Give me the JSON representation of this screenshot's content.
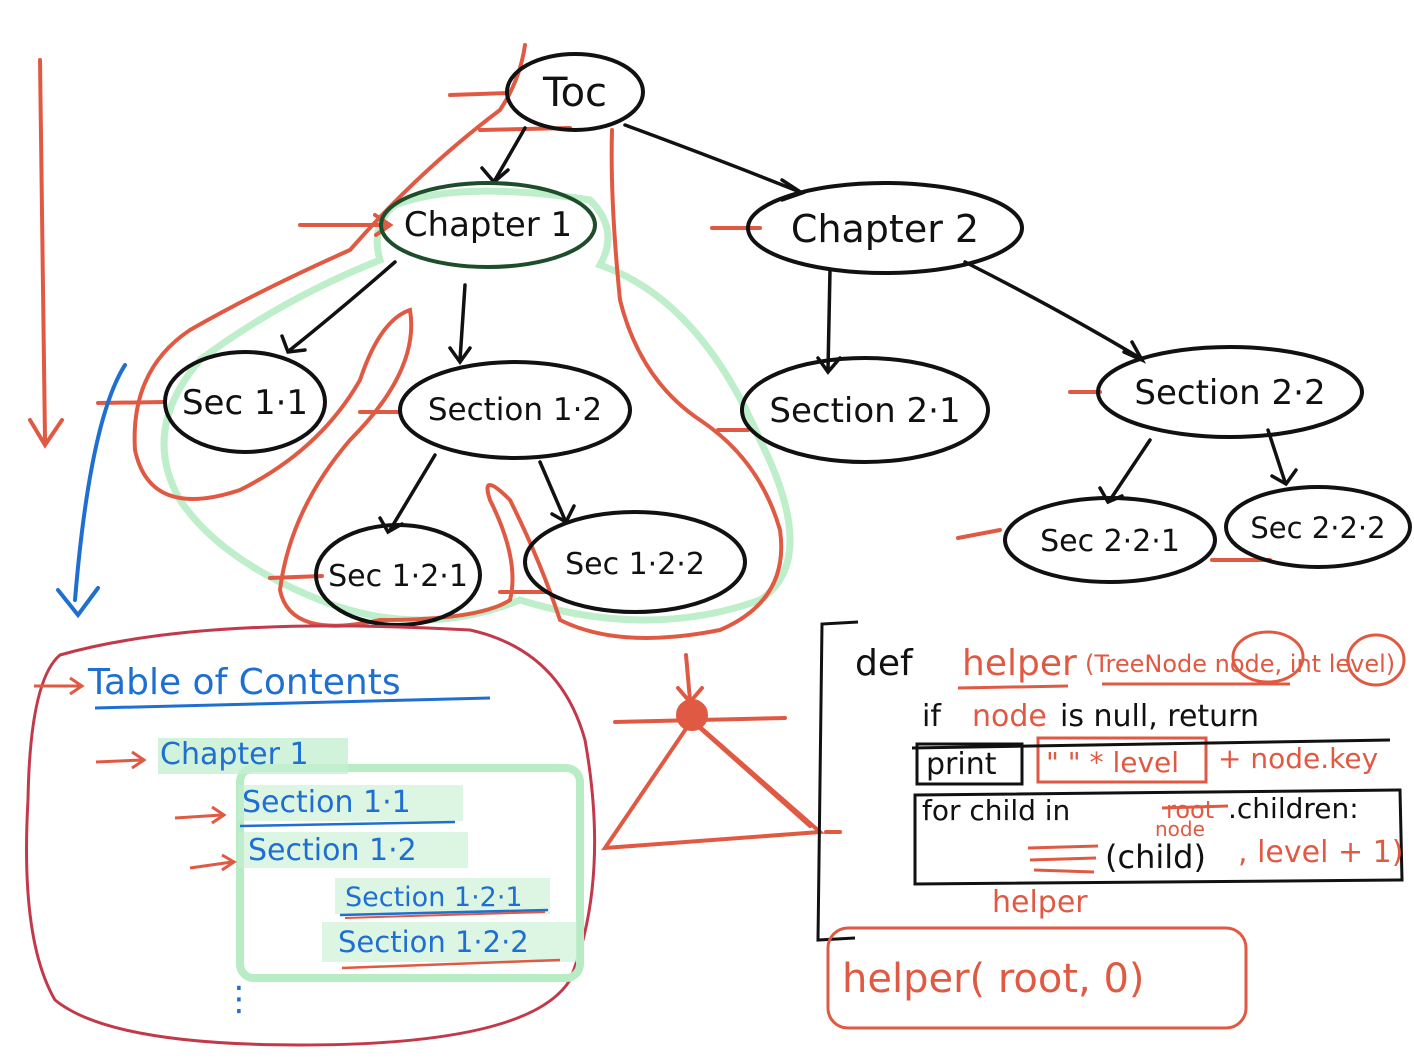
{
  "tree": {
    "root": "Toc",
    "chapter1": "Chapter 1",
    "chapter2": "Chapter 2",
    "sec_1_1": "Sec 1·1",
    "section_1_2": "Section 1·2",
    "section_2_1": "Section 2·1",
    "section_2_2": "Section 2·2",
    "sec_1_2_1": "Sec 1·2·1",
    "sec_1_2_2": "Sec 1·2·2",
    "sec_2_2_1": "Sec 2·2·1",
    "sec_2_2_2": "Sec 2·2·2"
  },
  "toc_output": {
    "title": "Table of Contents",
    "items": [
      "Chapter 1",
      "Section 1·1",
      "Section 1·2",
      "Section 1·2·1",
      "Section 1·2·2"
    ],
    "ellipsis": "⋮"
  },
  "code": {
    "def": "def",
    "fn_name": "helper",
    "params": "(TreeNode node, int level)",
    "line_if_kw": "if",
    "line_if_node": "node",
    "line_if_rest": "is null, return",
    "line_print_kw": "print",
    "line_print_str": "\" \" * level",
    "line_print_rest": "+ node.key",
    "line_for": "for child in",
    "line_for_root": "root",
    "line_for_children": ".children:",
    "line_for_node": "node",
    "line_call_args": "(child)",
    "line_call_level": ", level + 1)",
    "line_call_helper": "helper",
    "call": "helper( root, 0)"
  },
  "colors": {
    "ink": "#111111",
    "red": "#e05a43",
    "green": "#9fe0b0",
    "blue": "#1f6fd1",
    "purple_red": "#c23a4a"
  }
}
